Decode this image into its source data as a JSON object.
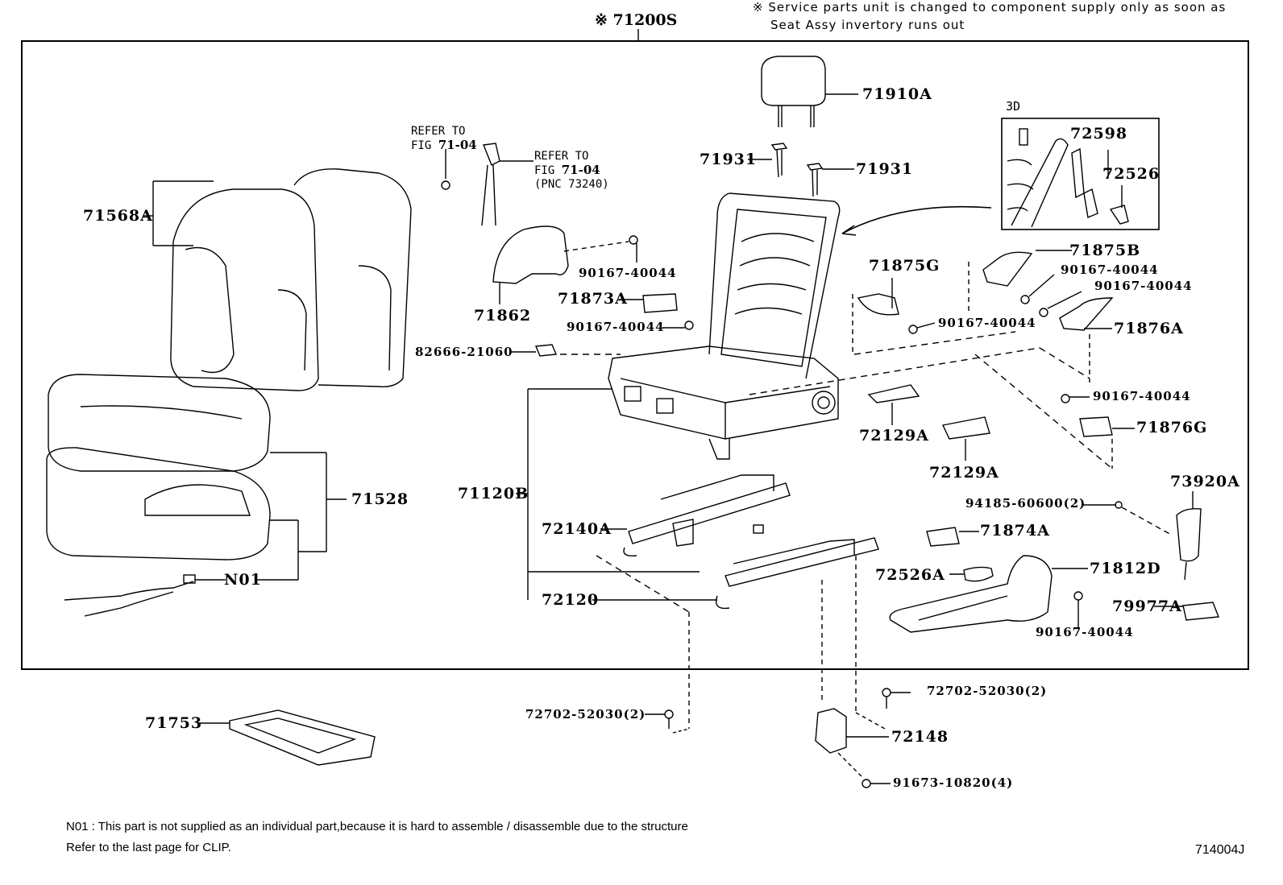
{
  "diagram": {
    "assembly_label": "※ 71200S",
    "service_note": [
      "※ Service parts unit is changed to component supply only as soon as",
      "Seat Assy invertory runs out"
    ],
    "inset_label": "3D",
    "figure_id": "714004J",
    "footnotes": [
      "N01 : This part is not supplied as an individual part,because it is hard to assemble / disassemble due to the structure",
      "Refer to the last page for CLIP."
    ],
    "refer_left": {
      "line1": "REFER TO",
      "line2_prefix": "FIG ",
      "fig": "71-04"
    },
    "refer_right": {
      "line1": "REFER TO",
      "line2_prefix": "FIG ",
      "fig": "71-04",
      "pnc": "(PNC 73240)"
    },
    "parts": [
      {
        "id": "p71910A",
        "label": "71910A"
      },
      {
        "id": "p71931a",
        "label": "71931"
      },
      {
        "id": "p71931b",
        "label": "71931"
      },
      {
        "id": "p71568A",
        "label": "71568A"
      },
      {
        "id": "p71862",
        "label": "71862"
      },
      {
        "id": "p90167a",
        "label": "90167-40044"
      },
      {
        "id": "p71873A",
        "label": "71873A"
      },
      {
        "id": "p90167b",
        "label": "90167-40044"
      },
      {
        "id": "p82666",
        "label": "82666-21060"
      },
      {
        "id": "p71875G",
        "label": "71875G"
      },
      {
        "id": "p90167c",
        "label": "90167-40044"
      },
      {
        "id": "p71875B",
        "label": "71875B"
      },
      {
        "id": "p90167d",
        "label": "90167-40044"
      },
      {
        "id": "p90167e",
        "label": "90167-40044"
      },
      {
        "id": "p71876A",
        "label": "71876A"
      },
      {
        "id": "p72598",
        "label": "72598"
      },
      {
        "id": "p72526",
        "label": "72526"
      },
      {
        "id": "p90167f",
        "label": "90167-40044"
      },
      {
        "id": "p71876G",
        "label": "71876G"
      },
      {
        "id": "p72129Aa",
        "label": "72129A"
      },
      {
        "id": "p72129Ab",
        "label": "72129A"
      },
      {
        "id": "p73920A",
        "label": "73920A"
      },
      {
        "id": "p94185",
        "label": "94185-60600(2)"
      },
      {
        "id": "p71874A",
        "label": "71874A"
      },
      {
        "id": "p72526A",
        "label": "72526A"
      },
      {
        "id": "p71812D",
        "label": "71812D"
      },
      {
        "id": "p79977A",
        "label": "79977A"
      },
      {
        "id": "p90167g",
        "label": "90167-40044"
      },
      {
        "id": "p71120B",
        "label": "71120B"
      },
      {
        "id": "p72140A",
        "label": "72140A"
      },
      {
        "id": "p72120",
        "label": "72120"
      },
      {
        "id": "p71528",
        "label": "71528"
      },
      {
        "id": "pN01",
        "label": "N01"
      },
      {
        "id": "p71753",
        "label": "71753"
      },
      {
        "id": "p72702a",
        "label": "72702-52030(2)"
      },
      {
        "id": "p72702b",
        "label": "72702-52030(2)"
      },
      {
        "id": "p72148",
        "label": "72148"
      },
      {
        "id": "p91673",
        "label": "91673-10820(4)"
      }
    ]
  }
}
